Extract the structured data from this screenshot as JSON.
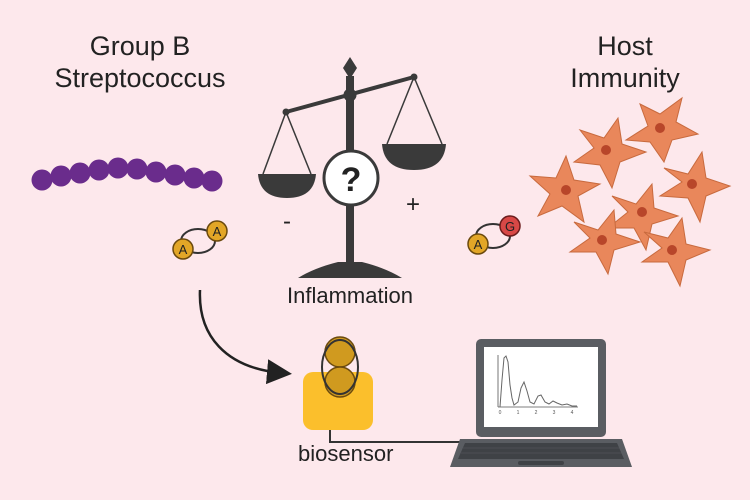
{
  "labels": {
    "left_title": [
      "Group B",
      "Streptococcus"
    ],
    "right_title": [
      "Host",
      "Immunity"
    ],
    "minus": "-",
    "plus": "+",
    "question": "?",
    "center": "Inflammation",
    "biosensor": "biosensor",
    "dinuc_left": [
      "A",
      "A"
    ],
    "dinuc_right": [
      "A",
      "G"
    ]
  },
  "plot_ticks": [
    "0",
    "1",
    "2",
    "3",
    "4"
  ],
  "colors": {
    "background": "#fde8ec",
    "bacteria": "#6a2c8c",
    "nucleotide_gold": "#e2a627",
    "nucleotide_red": "#d84846",
    "host_cells": "#e9875b",
    "biosensor": "#fbbf2c",
    "scale": "#3a3a3a",
    "laptop": "#5a5d62"
  }
}
